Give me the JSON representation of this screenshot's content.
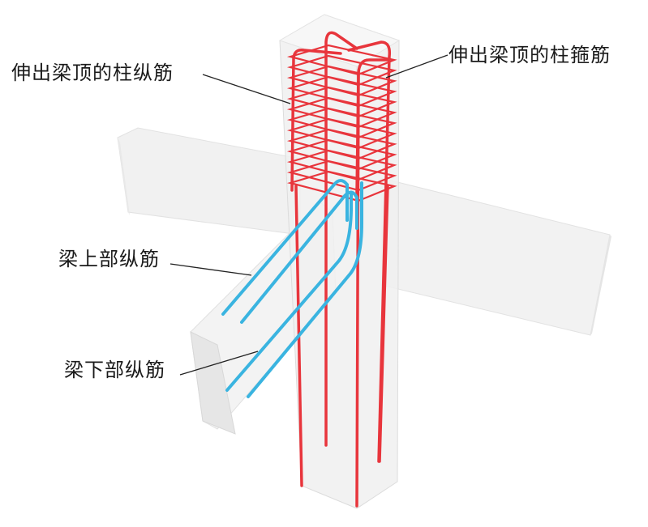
{
  "labels": {
    "column_longitudinal_bars": "伸出梁顶的柱纵筋",
    "column_stirrups": "伸出梁顶的柱箍筋",
    "beam_top_bars": "梁上部纵筋",
    "beam_bottom_bars": "梁下部纵筋"
  },
  "colors": {
    "column_rebar": "#e8353c",
    "beam_rebar": "#3ab4e0",
    "concrete_face": "#efefef",
    "concrete_edge": "#dddddd",
    "leader_line": "#222222"
  }
}
